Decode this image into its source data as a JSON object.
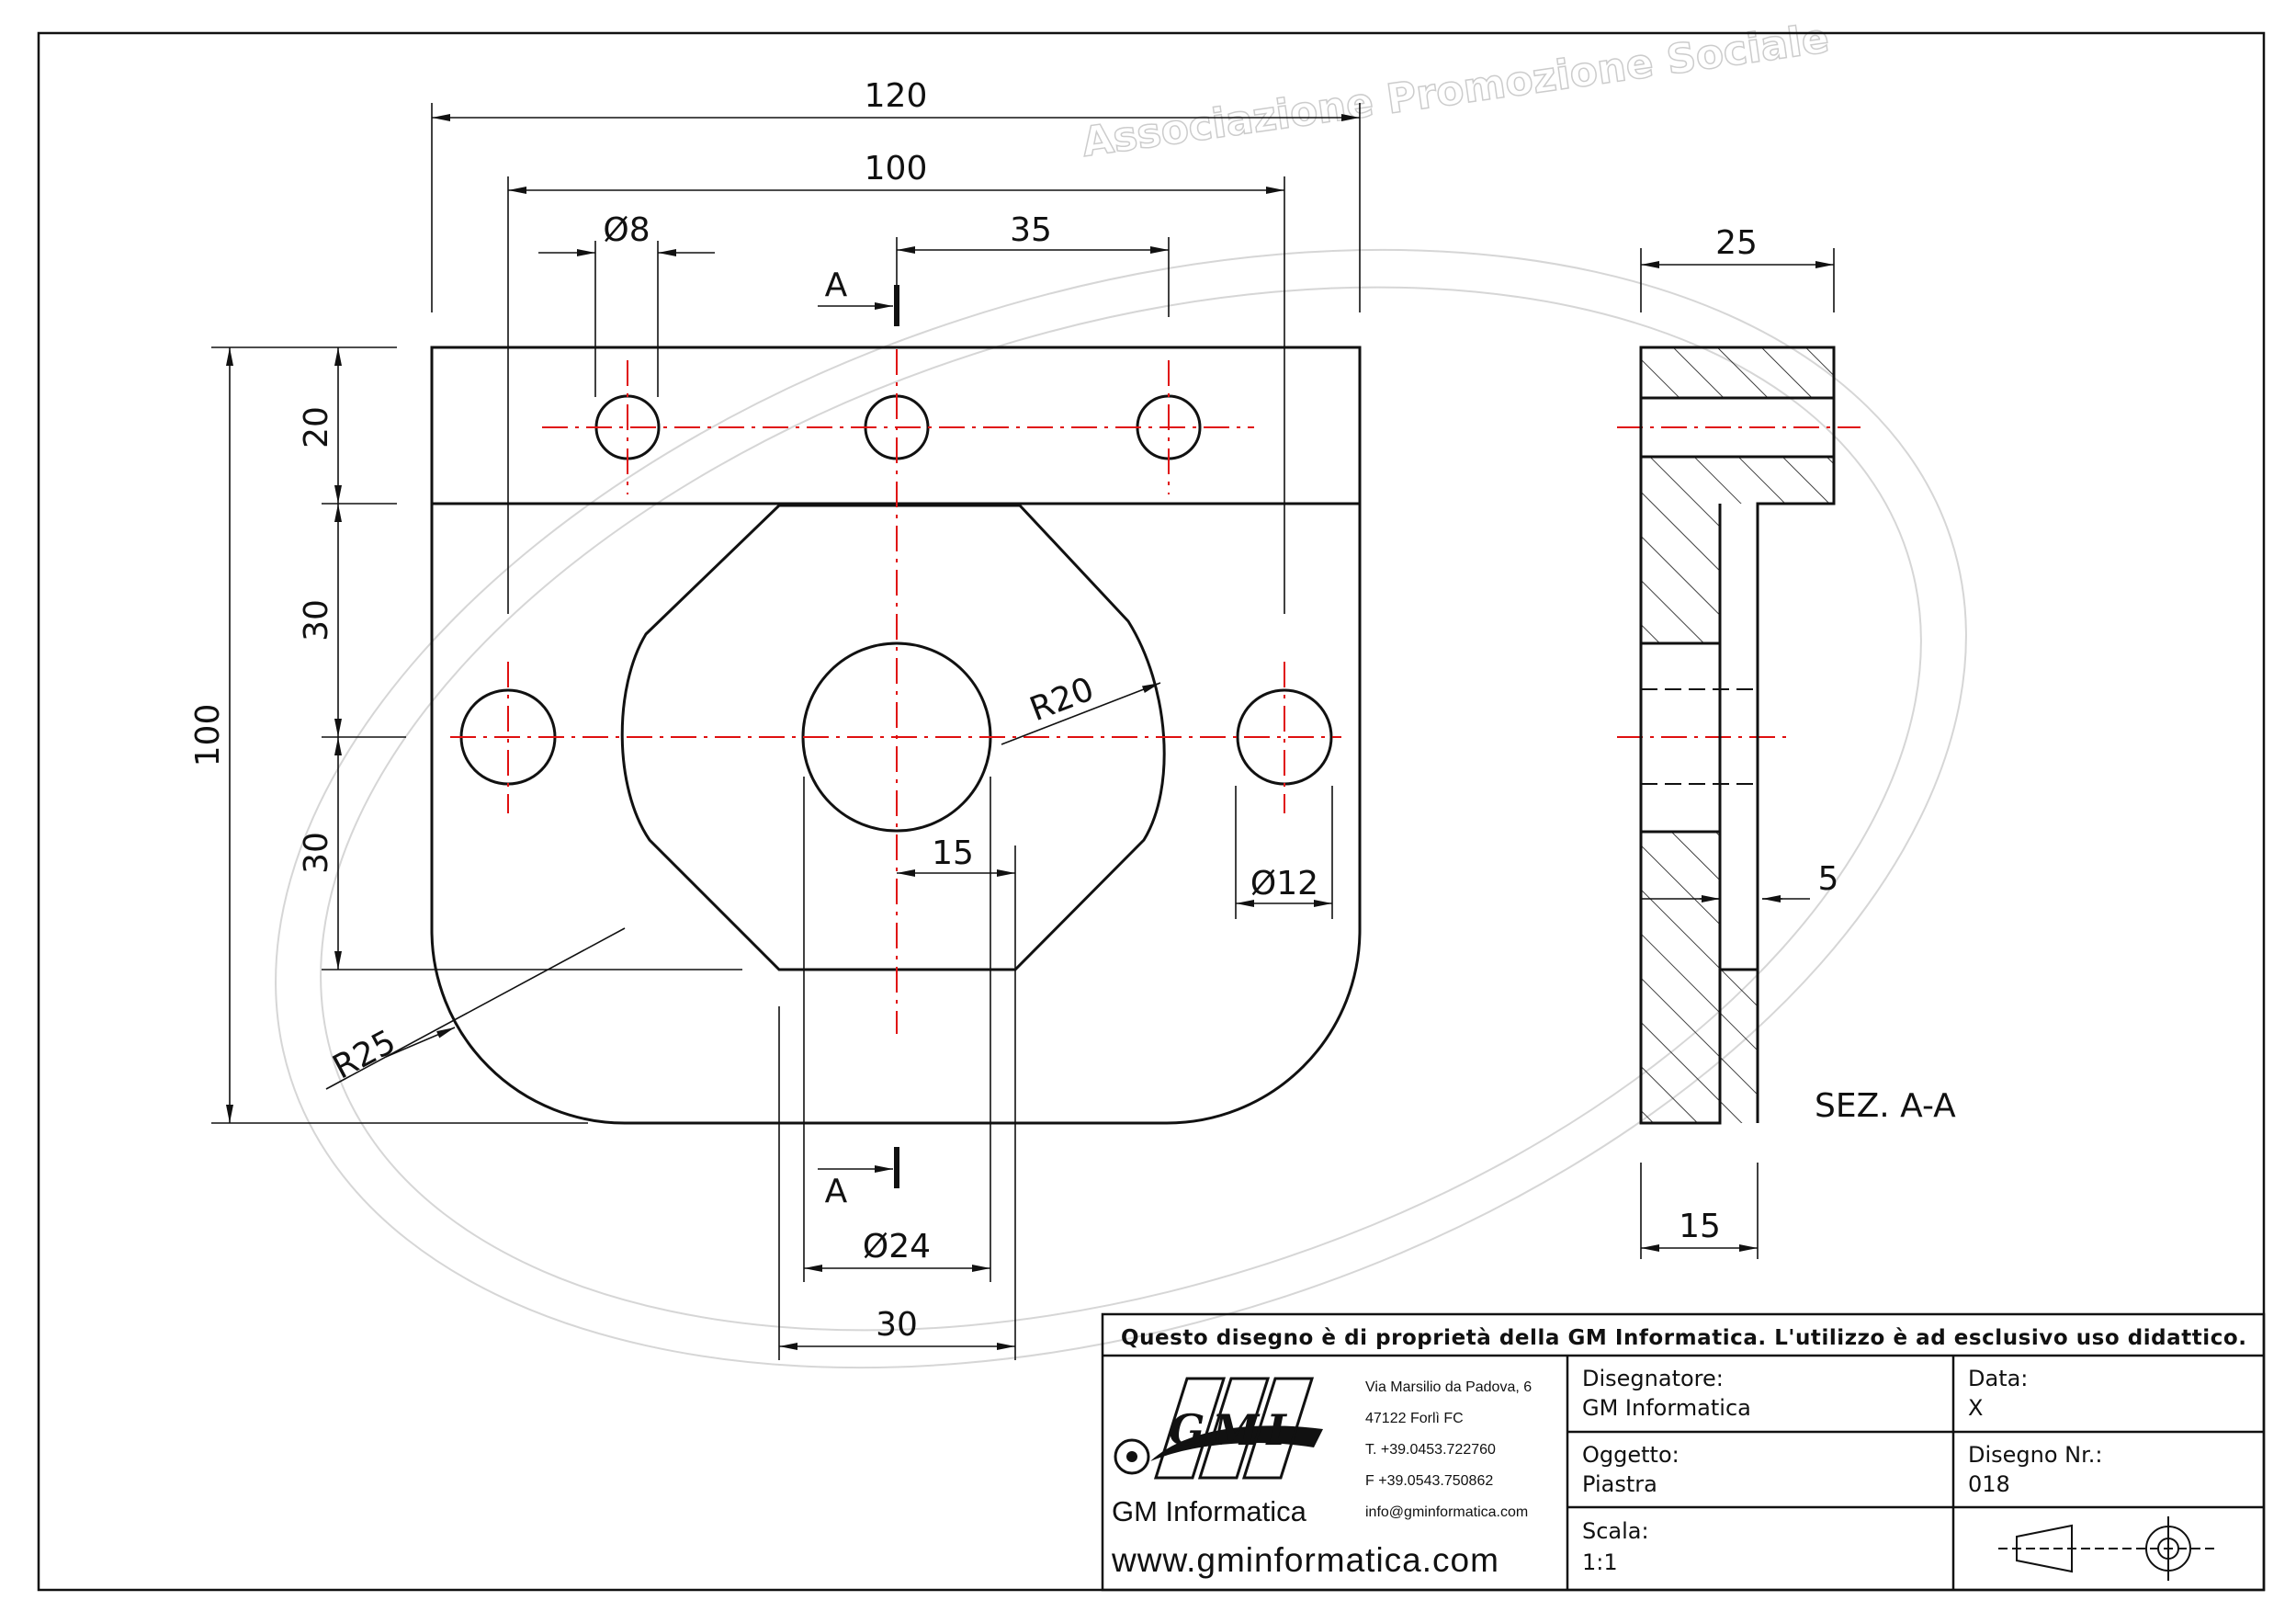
{
  "drawing": {
    "dimensions": {
      "overall_width": "120",
      "hole_spacing": "100",
      "small_hole_diameter": "Ø8",
      "hole_offset": "35",
      "section_thickness": "25",
      "top_band_height": "20",
      "upper_height": "30",
      "lower_height": "30",
      "overall_height": "100",
      "pocket_radius": "R20",
      "pocket_offset": "15",
      "side_hole_diameter": "Ø12",
      "recess_depth": "5",
      "corner_radius": "R25",
      "central_hole_diameter": "Ø24",
      "pocket_bottom_width": "30",
      "section_bottom_width": "15"
    },
    "section_label": "A",
    "section_title": "SEZ. A-A",
    "watermark": "Associazione Promozione Sociale"
  },
  "title_block": {
    "notice": "Questo disegno è di proprietà della GM Informatica. L'utilizzo è ad esclusivo uso didattico.",
    "address": [
      "Via Marsilio da Padova, 6",
      "47122  Forlì  FC",
      "T. +39.0453.722760",
      "F +39.0543.750862",
      "info@gminformatica.com"
    ],
    "logo_text": "GMI",
    "company_name": "GM Informatica",
    "website": "www.gminformatica.com",
    "designer_label": "Disegnatore:",
    "designer_value": "GM  Informatica",
    "date_label": "Data:",
    "date_value": "X",
    "object_label": "Oggetto:",
    "object_value": "Piastra",
    "drawing_no_label": "Disegno  Nr.:",
    "drawing_no_value": "018",
    "scale_label": "Scala:",
    "scale_value": "1:1",
    "projection_symbol_icon": "first-angle-projection-icon"
  },
  "colors": {
    "line": "#111111",
    "centerline": "#e01010",
    "watermark": "#cccccc"
  }
}
